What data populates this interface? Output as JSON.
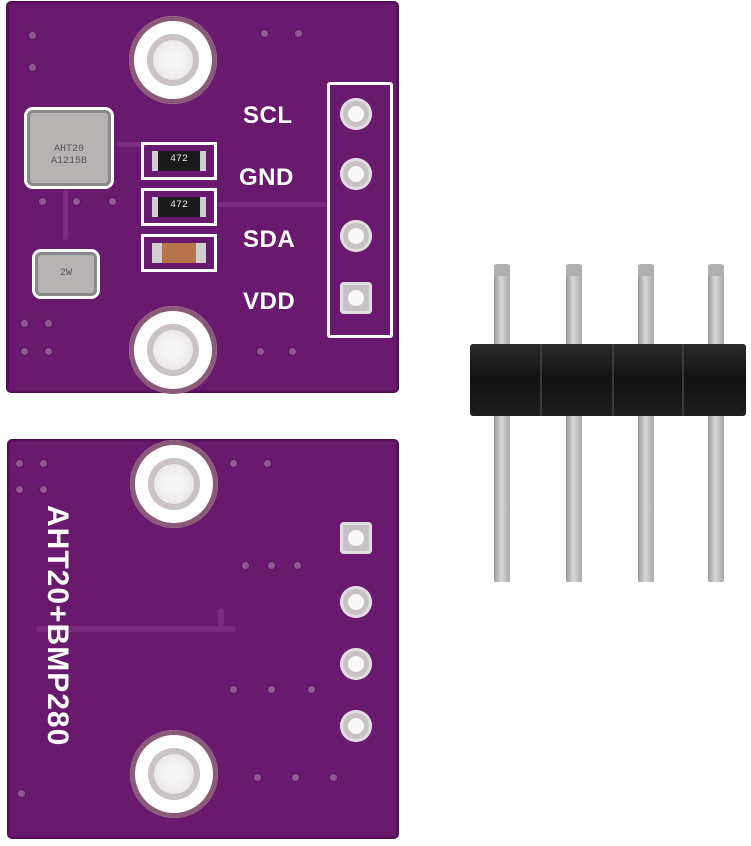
{
  "top_board": {
    "pin_labels": [
      "SCL",
      "GND",
      "SDA",
      "VDD"
    ],
    "sensor_chip_text": [
      "AHT20",
      "A1215B"
    ],
    "small_chip_text": "2W",
    "resistor_1_code": "472",
    "resistor_2_code": "472"
  },
  "bottom_board": {
    "silkscreen_text": "AHT20+BMP280"
  },
  "colors": {
    "pcb": "#6a1a6e",
    "silkscreen": "#ffffff",
    "header_plastic": "#111111",
    "pin_metal": "#c8c8c8"
  }
}
